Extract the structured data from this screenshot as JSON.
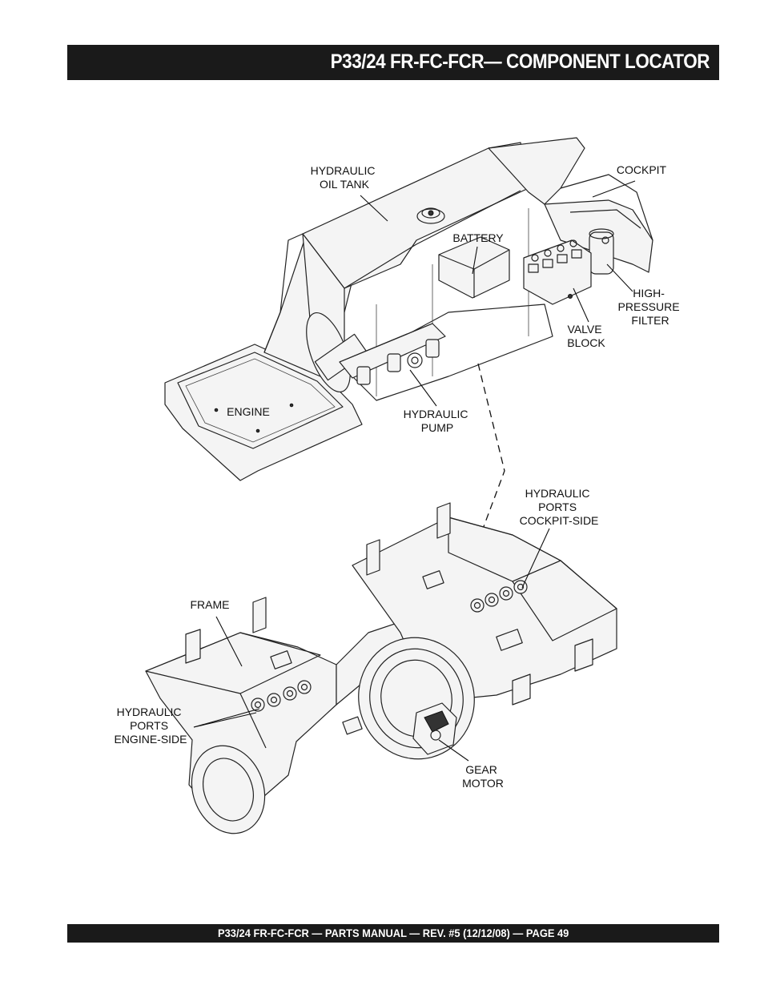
{
  "header": {
    "title": "P33/24 FR-FC-FCR— COMPONENT LOCATOR"
  },
  "footer": {
    "text": "P33/24 FR-FC-FCR — PARTS MANUAL — REV. #5 (12/12/08) — PAGE 49"
  },
  "labels": {
    "hydraulic_oil_tank": [
      "HYDRAULIC",
      "OIL TANK"
    ],
    "cockpit": [
      "COCKPIT"
    ],
    "battery": [
      "BATTERY"
    ],
    "high_pressure_filter": [
      "HIGH-",
      "PRESSURE",
      "FILTER"
    ],
    "valve_block": [
      "VALVE",
      "BLOCK"
    ],
    "engine": [
      "ENGINE"
    ],
    "hydraulic_pump": [
      "HYDRAULIC",
      "PUMP"
    ],
    "hydraulic_ports_cockpit_side": [
      "HYDRAULIC",
      "PORTS",
      "COCKPIT-SIDE"
    ],
    "frame": [
      "FRAME"
    ],
    "hydraulic_ports_engine_side": [
      "HYDRAULIC",
      "PORTS",
      "ENGINE-SIDE"
    ],
    "gear_motor": [
      "GEAR",
      "MOTOR"
    ]
  }
}
